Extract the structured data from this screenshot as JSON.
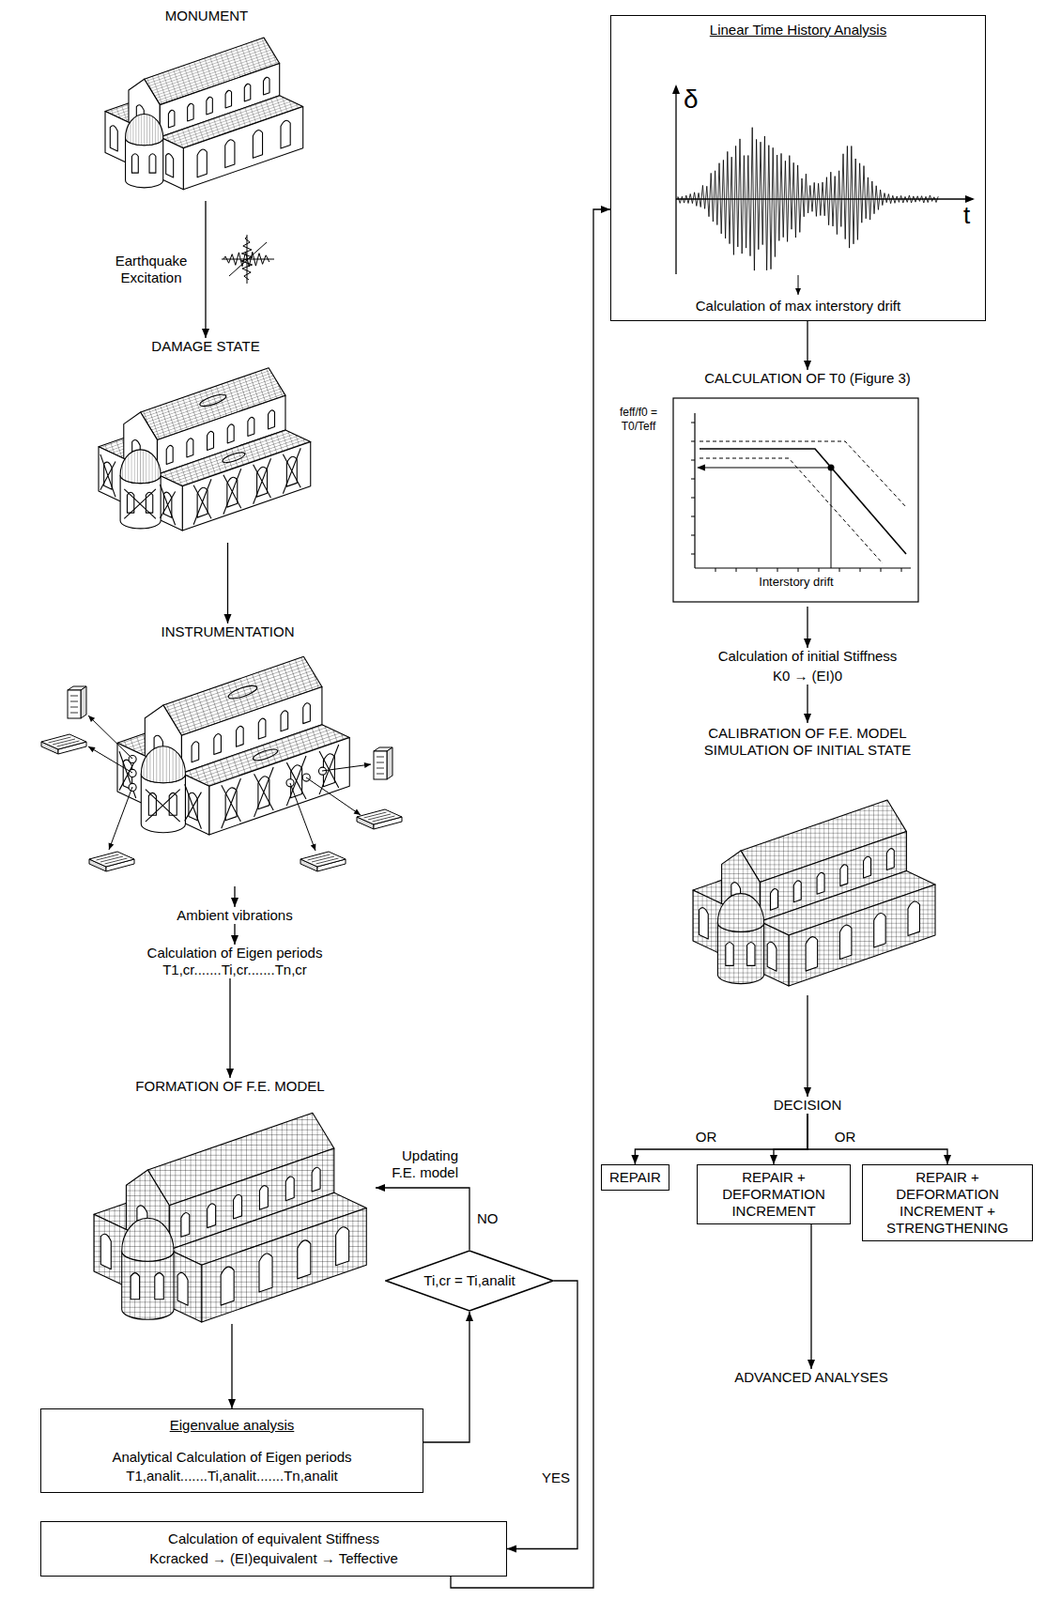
{
  "diagram": {
    "nodes": [
      {
        "text": [
          "MONUMENT"
        ]
      },
      {
        "text": [
          "DAMAGE STATE"
        ]
      },
      {
        "text": [
          "INSTRUMENTATION"
        ]
      },
      {
        "text": [
          "Ambient vibrations"
        ]
      },
      {
        "text": [
          "Calculation of Eigen periods",
          "T1,cr.......Ti,cr.......Tn,cr"
        ]
      },
      {
        "text": [
          "FORMATION OF F.E. MODEL"
        ]
      },
      {
        "text": [
          "Eigenvalue analysis",
          "Analytical Calculation of Eigen periods",
          "T1,analit.......Ti,analit.......Tn,analit"
        ]
      },
      {
        "text": [
          "Ti,cr = Ti,analit"
        ]
      },
      {
        "text": [
          "Calculation of equivalent Stiffness",
          "Kcracked → (EI)equivalent → Teffective"
        ]
      },
      {
        "text": [
          "Linear Time History Analysis",
          "Calculation of max interstory drift"
        ]
      },
      {
        "text": [
          "CALCULATION OF T0 (Figure 3)"
        ]
      },
      {
        "text": [
          "Calculation of initial Stiffness",
          "K0 → (EI)0"
        ]
      },
      {
        "text": [
          "CALIBRATION OF F.E. MODEL SIMULATION OF INITIAL STATE"
        ]
      },
      {
        "text": [
          "DECISION"
        ]
      },
      {
        "text": [
          "REPAIR"
        ]
      },
      {
        "text": [
          "REPAIR + DEFORMATION INCREMENT"
        ]
      },
      {
        "text": [
          "REPAIR + DEFORMATION INCREMENT + STRENGTHENING"
        ]
      },
      {
        "text": [
          "ADVANCED ANALYSES"
        ]
      }
    ],
    "edges": [
      {
        "from": 0,
        "to": 1,
        "label": "Earthquake Excitation",
        "arrow": "to"
      },
      {
        "from": 1,
        "to": 2,
        "arrow": "to"
      },
      {
        "from": 2,
        "to": 3,
        "arrow": "to"
      },
      {
        "from": 3,
        "to": 4,
        "arrow": "to"
      },
      {
        "from": 4,
        "to": 5,
        "arrow": "to"
      },
      {
        "from": 5,
        "to": 6,
        "arrow": "to"
      },
      {
        "from": 6,
        "to": 7,
        "arrow": "to"
      },
      {
        "from": 7,
        "to": 5,
        "label": "NO",
        "arrow": "to"
      },
      {
        "from": 7,
        "to": 8,
        "label": "YES",
        "arrow": "to"
      },
      {
        "from": 8,
        "to": 9,
        "arrow": "to"
      },
      {
        "from": 9,
        "to": 10,
        "arrow": "to"
      },
      {
        "from": 10,
        "to": 11,
        "arrow": "to"
      },
      {
        "from": 11,
        "to": 12,
        "arrow": "to"
      },
      {
        "from": 12,
        "to": 13,
        "arrow": "to"
      },
      {
        "from": 13,
        "to": 14,
        "arrow": "to"
      },
      {
        "from": 13,
        "to": 15,
        "arrow": "to"
      },
      {
        "from": 13,
        "to": 16,
        "arrow": "to"
      },
      {
        "from": 15,
        "to": 17,
        "arrow": "to"
      }
    ],
    "labels": [
      "Updating F.E. model",
      "δ",
      "t",
      "feff/f0 = T0/Teff",
      "Interstory drift",
      "OR",
      "OR"
    ]
  }
}
